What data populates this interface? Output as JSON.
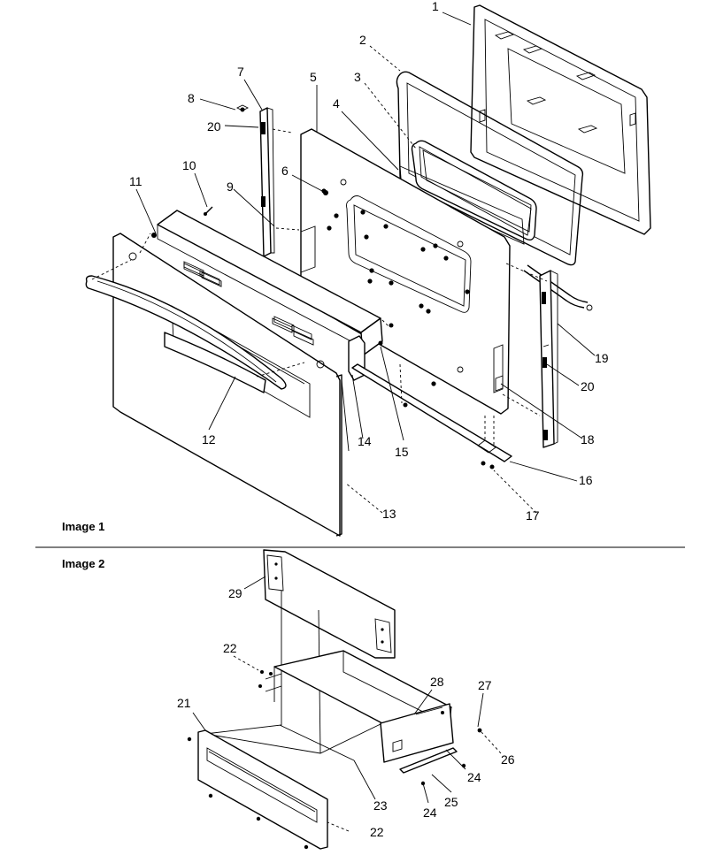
{
  "captions": {
    "image1": "Image 1",
    "image2": "Image 2"
  },
  "parts_image1": [
    "1",
    "2",
    "3",
    "4",
    "5",
    "6",
    "7",
    "8",
    "9",
    "10",
    "11",
    "12",
    "13",
    "14",
    "15",
    "16",
    "17",
    "18",
    "19",
    "20",
    "20"
  ],
  "parts_image2": [
    "21",
    "22",
    "22",
    "23",
    "24",
    "24",
    "25",
    "26",
    "27",
    "28",
    "29"
  ]
}
